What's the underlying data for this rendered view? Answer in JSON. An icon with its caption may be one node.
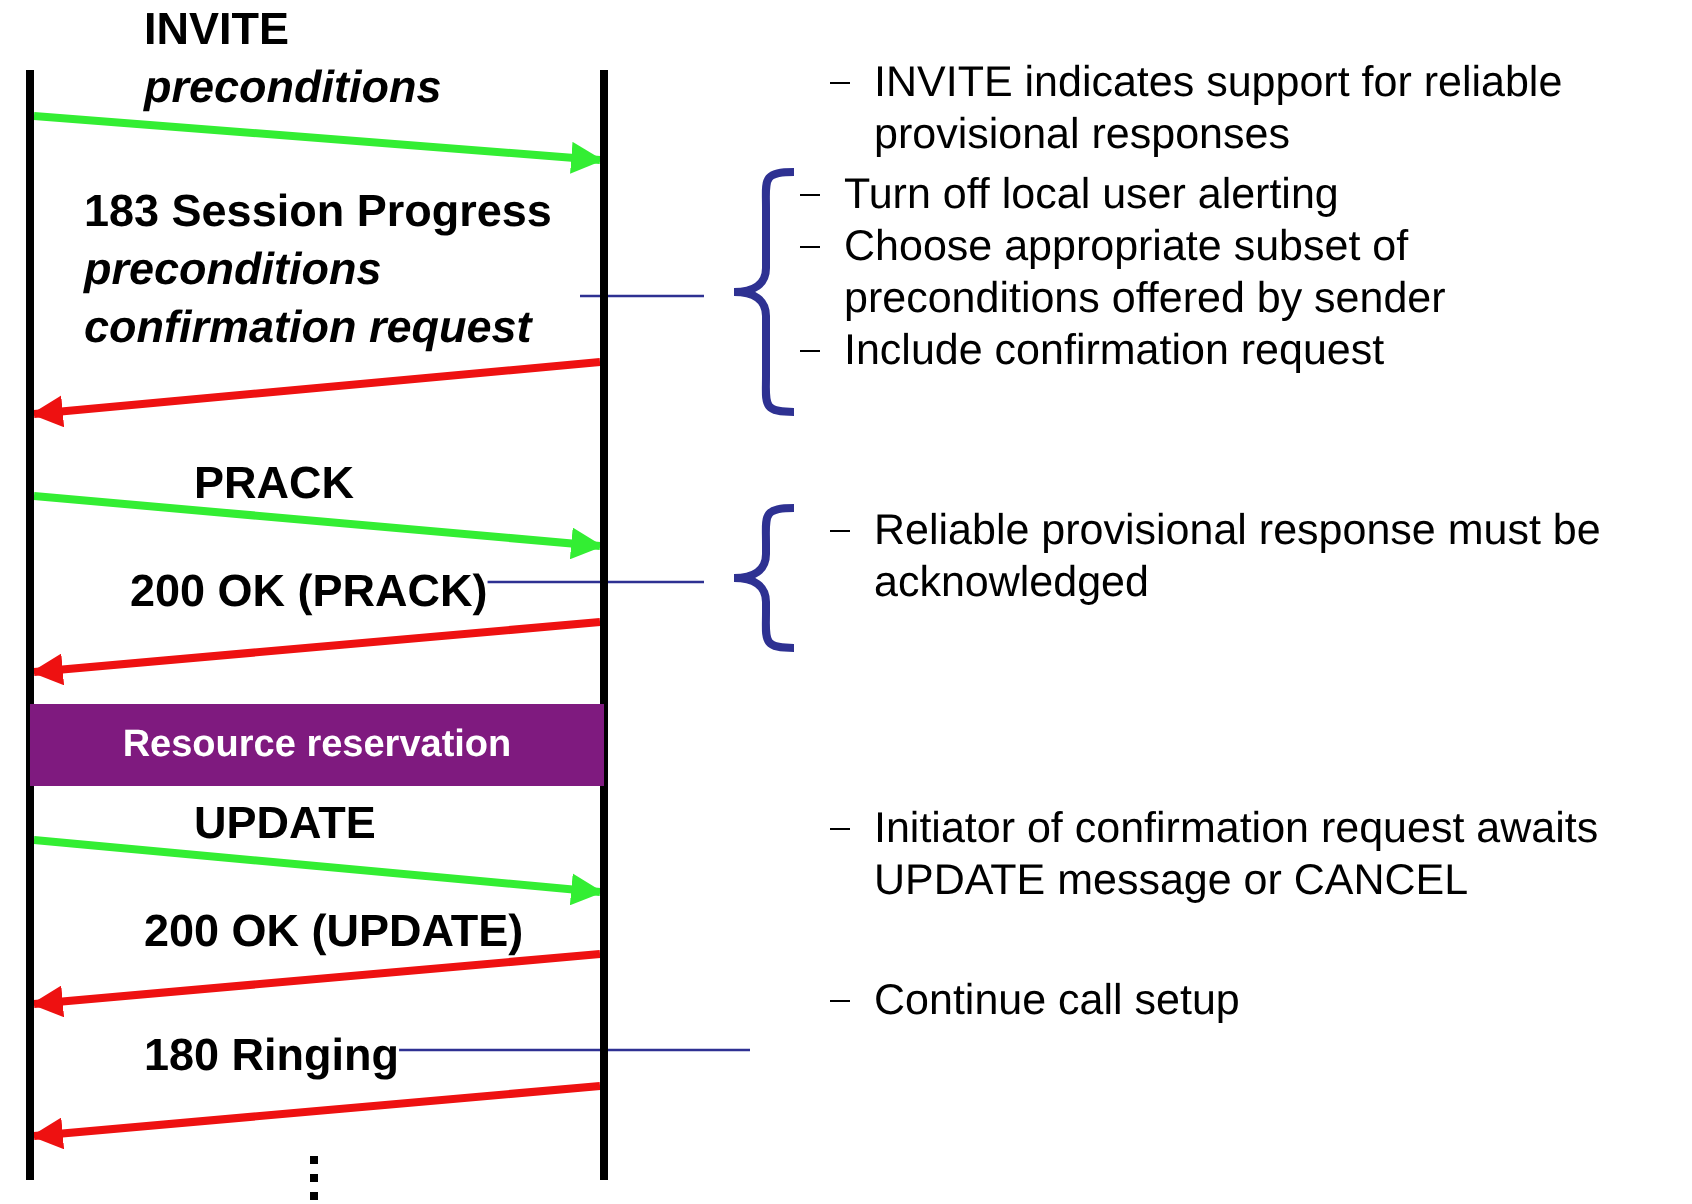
{
  "diagram": {
    "nodes": [
      {
        "text": [],
        "shape": "bar"
      },
      {
        "text": [],
        "shape": "bar"
      },
      {
        "text": [
          "INVITE",
          "preconditions"
        ]
      },
      {
        "text": [
          "183 Session Progress",
          "preconditions confirmation request"
        ]
      },
      {
        "text": [
          "PRACK"
        ]
      },
      {
        "text": [
          "200 OK (PRACK)"
        ]
      },
      {
        "text": [
          "Resource reservation"
        ]
      },
      {
        "text": [
          "UPDATE"
        ]
      },
      {
        "text": [
          "200 OK (UPDATE)"
        ]
      },
      {
        "text": [
          "180 Ringing"
        ]
      },
      {
        "text": [
          "INVITE indicates support for reliable provisional responses"
        ]
      },
      {
        "text": [
          "Turn off local user alerting",
          "Choose appropriate subset of preconditions offered by sender",
          "Include confirmation request"
        ]
      },
      {
        "text": [
          "Reliable provisional response must be acknowledged"
        ]
      },
      {
        "text": [
          "Initiator of confirmation request awaits UPDATE message or CANCEL"
        ]
      },
      {
        "text": [
          "Continue call setup"
        ]
      }
    ],
    "edges": [
      {
        "from": 0,
        "to": 1,
        "arrow": "to",
        "color": "#33ee33"
      },
      {
        "from": 1,
        "to": 0,
        "arrow": "to"
      },
      {
        "from": 0,
        "to": 1,
        "arrow": "to",
        "color": "#33ee33"
      },
      {
        "from": 1,
        "to": 0,
        "arrow": "to"
      },
      {
        "from": 0,
        "to": 1,
        "arrow": "to",
        "color": "#33ee33"
      },
      {
        "from": 1,
        "to": 0,
        "arrow": "to"
      },
      {
        "from": 1,
        "to": 0,
        "arrow": "to"
      },
      {
        "from": 3,
        "to": 11,
        "arrow": "none",
        "color": "#2e3192"
      },
      {
        "from": 5,
        "to": 12,
        "arrow": "none",
        "color": "#2e3192"
      },
      {
        "from": 9,
        "to": 14,
        "arrow": "none",
        "color": "#2e3192"
      }
    ]
  }
}
